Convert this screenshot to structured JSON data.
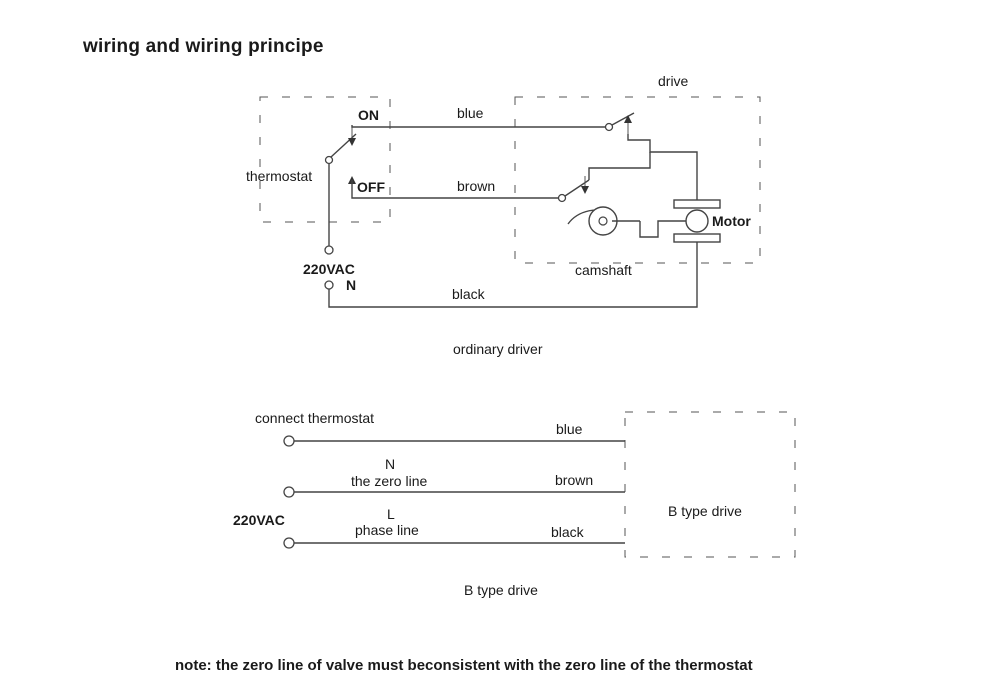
{
  "title": "wiring and wiring principe",
  "top_diagram": {
    "drive_label": "drive",
    "on_label": "ON",
    "off_label": "OFF",
    "thermostat_label": "thermostat",
    "wire_blue": "blue",
    "wire_brown": "brown",
    "wire_black": "black",
    "motor_label": "Motor",
    "camshaft_label": "camshaft",
    "voltage_label": "220VAC",
    "neutral_label": "N",
    "caption": "ordinary driver"
  },
  "bottom_diagram": {
    "connect_label": "connect thermostat",
    "n_label": "N",
    "zero_line_label": "the zero line",
    "l_label": "L",
    "phase_line_label": "phase line",
    "voltage_label": "220VAC",
    "wire_blue": "blue",
    "wire_brown": "brown",
    "wire_black": "black",
    "box_label": "B type drive",
    "caption": "B type drive"
  },
  "note": "note: the zero line of valve must beconsistent with the zero line of the thermostat"
}
